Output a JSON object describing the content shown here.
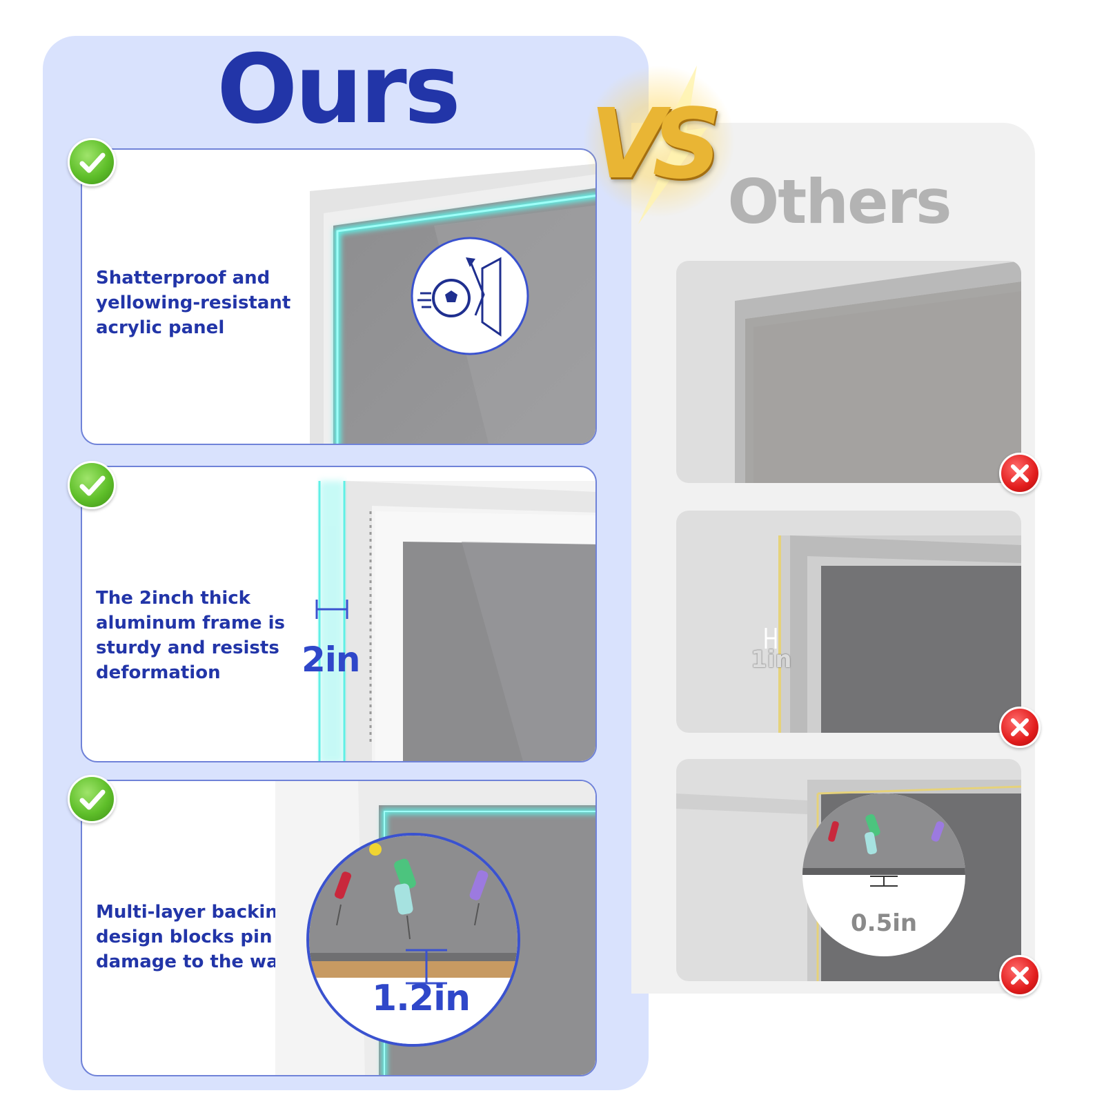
{
  "ours": {
    "title": "Ours",
    "cards": [
      {
        "text": "Shatterproof and yellowing-resistant acrylic panel"
      },
      {
        "text": "The 2inch thick aluminum frame is sturdy and resists deformation",
        "measure": "2in"
      },
      {
        "text": "Multi-layer backing design blocks pin damage to the wall",
        "measure": "1.2in"
      }
    ]
  },
  "versus": {
    "label": "VS"
  },
  "others": {
    "title": "Others",
    "cards": [
      {
        "measure": ""
      },
      {
        "measure": "1in"
      },
      {
        "measure": "0.5in"
      }
    ]
  },
  "colors": {
    "brand_blue": "#2235a8",
    "panel_blue": "#d9e2fd",
    "highlight_cyan": "#5ff0e6",
    "gold": "#e9b534",
    "check_green": "#5fbf2a",
    "cross_red": "#e21d1d",
    "others_grey": "#b3b3b3"
  },
  "icons": [
    "check-icon",
    "cross-icon",
    "soccer-ball-icon",
    "pushpin-icon"
  ]
}
